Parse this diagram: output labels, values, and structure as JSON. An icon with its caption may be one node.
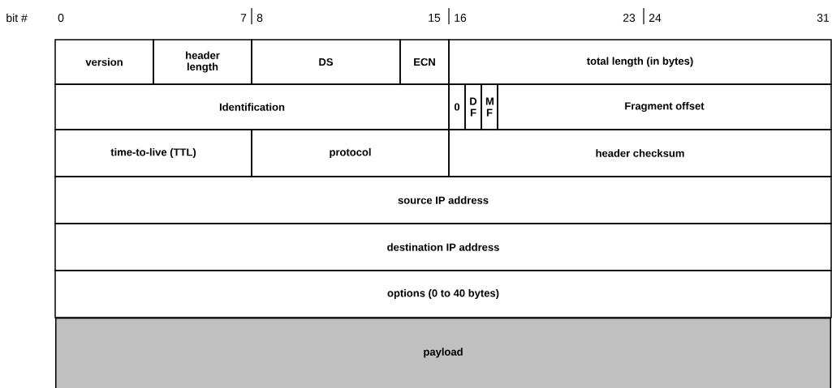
{
  "diagram": {
    "nodes": [
      {
        "text": [
          "version"
        ]
      },
      {
        "text": [
          "header length"
        ]
      },
      {
        "text": [
          "DS"
        ]
      },
      {
        "text": [
          "ECN"
        ]
      },
      {
        "text": [
          "total length (in bytes)"
        ]
      },
      {
        "text": [
          "Identification"
        ]
      },
      {
        "text": [
          "0"
        ]
      },
      {
        "text": [
          "D F"
        ]
      },
      {
        "text": [
          "M F"
        ]
      },
      {
        "text": [
          "Fragment offset"
        ]
      },
      {
        "text": [
          "time-to-live (TTL)"
        ]
      },
      {
        "text": [
          "protocol"
        ]
      },
      {
        "text": [
          "header checksum"
        ]
      },
      {
        "text": [
          "source IP address"
        ]
      },
      {
        "text": [
          "destination IP address"
        ]
      },
      {
        "text": [
          "options (0 to 40 bytes)"
        ]
      },
      {
        "text": [
          "payload"
        ]
      }
    ],
    "labels": [
      "bit #",
      "0",
      "7",
      "8",
      "15",
      "16",
      "23",
      "24",
      "31"
    ]
  }
}
